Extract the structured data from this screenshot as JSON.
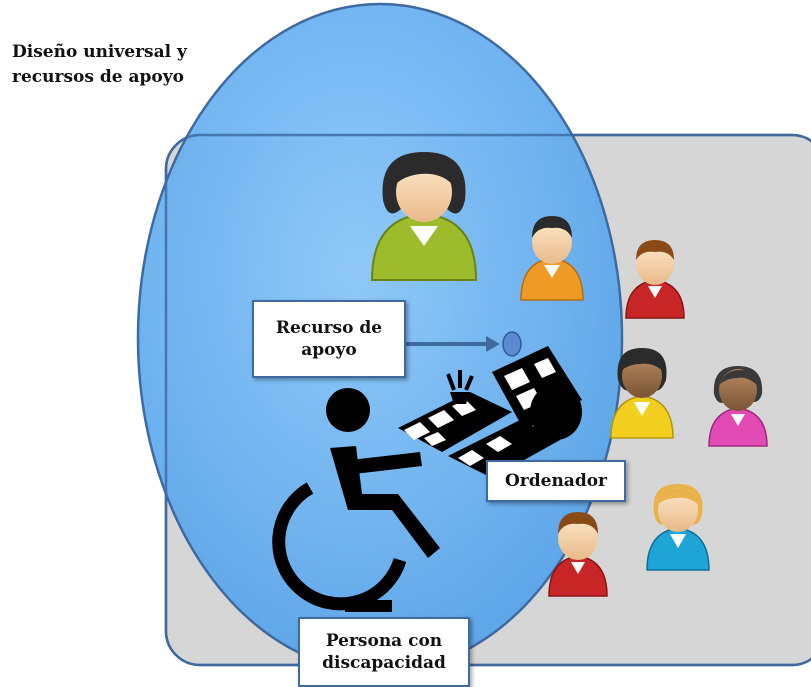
{
  "diagram": {
    "universal_design_label": [
      "Diseño universal y",
      "recursos de apoyo"
    ],
    "support_resource_label": [
      "Recurso de",
      "apoyo"
    ],
    "computer_label": "Ordenador",
    "person_label": [
      "Persona con",
      "discapacidad"
    ]
  },
  "colors": {
    "ellipse_fill": "#5aaaf0",
    "rect_fill": "#d6d6d6",
    "rect_border": "#3f6aa0",
    "arrow": "#3f6aa0"
  },
  "icons": [
    "person-icon",
    "wheelchair-icon",
    "computer-icon",
    "mouse-icon"
  ]
}
